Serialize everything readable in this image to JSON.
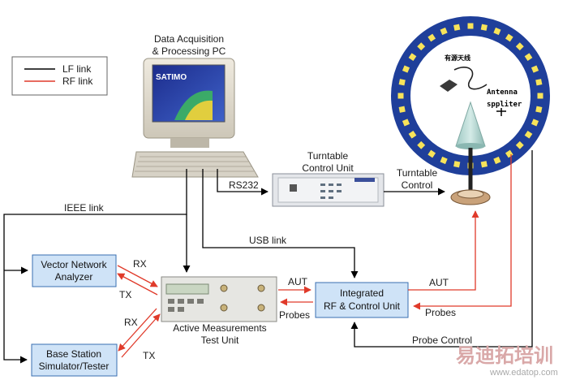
{
  "legend": {
    "lf_label": "LF link",
    "rf_label": "RF link"
  },
  "components": {
    "pc_label": [
      "Data Acquisition",
      "& Processing PC"
    ],
    "screen_logo": "SATIMO",
    "turntable_control_unit": [
      "Turntable",
      "Control Unit"
    ],
    "vna": [
      "Vector Network",
      "Analyzer"
    ],
    "base_station": [
      "Base Station",
      "Simulator/Tester"
    ],
    "active_meas": [
      "Active Measurements",
      "Test Unit"
    ],
    "integrated_unit": [
      "Integrated",
      "RF & Control Unit"
    ],
    "antenna_cn": "有源天线",
    "antenna_splitter": [
      "Antenna",
      "sppliter"
    ]
  },
  "links": {
    "rs232": "RS232",
    "turntable_control": [
      "Turntable",
      "Control"
    ],
    "ieee": "IEEE link",
    "usb": "USB link",
    "rx1": "RX",
    "tx1": "TX",
    "rx2": "RX",
    "tx2": "TX",
    "aut_left": "AUT",
    "probes_left": "Probes",
    "aut_right": "AUT",
    "probes_right": "Probes",
    "probe_control": "Probe Control"
  },
  "watermark": {
    "cn": "易迪拓培训",
    "url": "www.edatop.com"
  },
  "colors": {
    "lf_link": "#000000",
    "rf_link": "#e03a2a",
    "box_fill": "#cfe3f7",
    "box_stroke": "#3a6fb0",
    "ring_blue": "#1f3f9a",
    "ring_yellow": "#f7e35a"
  }
}
